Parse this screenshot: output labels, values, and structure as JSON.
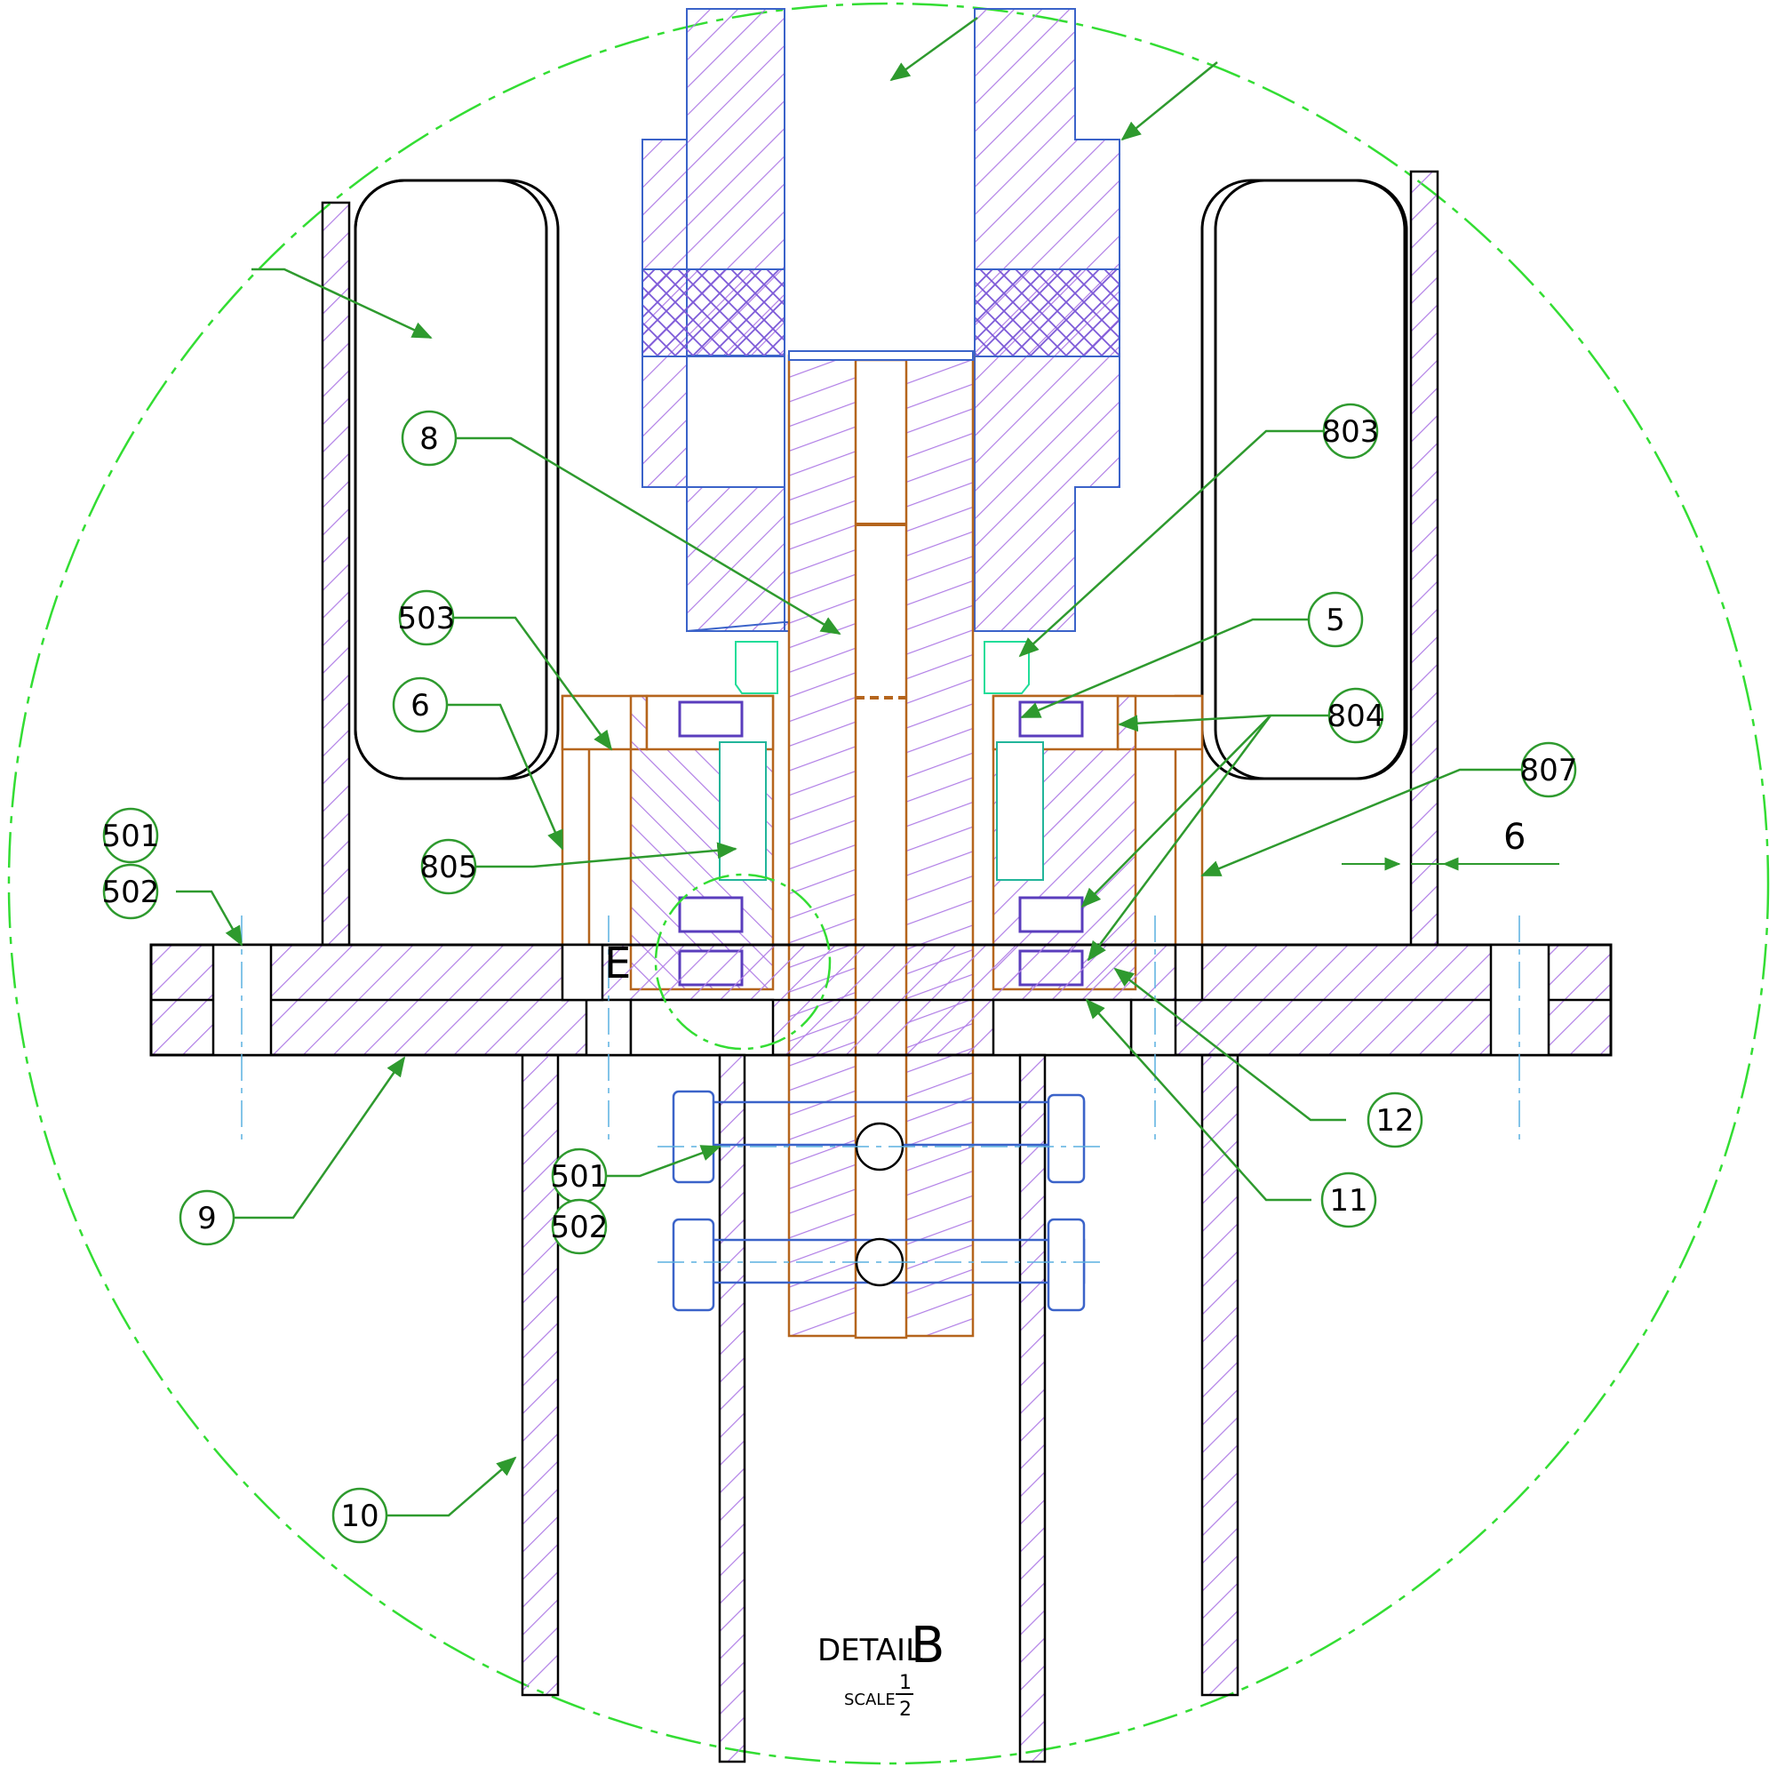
{
  "title": {
    "detail_word": "DETAIL",
    "detail_letter": "B",
    "scale_word": "SCALE",
    "scale_num": "1",
    "scale_den": "2"
  },
  "view_marker": "E",
  "dimension_value": "6",
  "callouts": [
    {
      "id": "c8",
      "label": "8"
    },
    {
      "id": "c803",
      "label": "803"
    },
    {
      "id": "c503",
      "label": "503"
    },
    {
      "id": "c5",
      "label": "5"
    },
    {
      "id": "c6",
      "label": "6"
    },
    {
      "id": "c804",
      "label": "804"
    },
    {
      "id": "c807",
      "label": "807"
    },
    {
      "id": "c501a",
      "label": "501"
    },
    {
      "id": "c502a",
      "label": "502"
    },
    {
      "id": "c805",
      "label": "805"
    },
    {
      "id": "c9",
      "label": "9"
    },
    {
      "id": "c12",
      "label": "12"
    },
    {
      "id": "c11",
      "label": "11"
    },
    {
      "id": "c501b",
      "label": "501"
    },
    {
      "id": "c502b",
      "label": "502"
    },
    {
      "id": "c10",
      "label": "10"
    }
  ],
  "colors": {
    "outline": "#000000",
    "hatch": "#b07ee6",
    "hatch_dark": "#7d5ad8",
    "leader": "#2e9a2e",
    "bubble_fill": "#ffffff",
    "phantom": "#33dd33",
    "bolt": "#3b63c9",
    "bronze": "#b5651d",
    "seal": "#3a6fd8",
    "centerline": "#5ab0e0"
  }
}
